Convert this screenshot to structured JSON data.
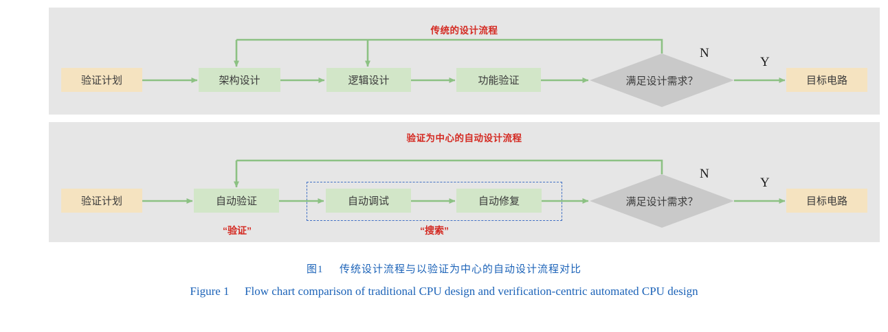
{
  "figure": {
    "caption_cn_label": "图1",
    "caption_cn_text": "传统设计流程与以验证为中心的自动设计流程对比",
    "caption_en_label": "Figure 1",
    "caption_en_text": "Flow chart comparison of traditional CPU design and verification-centric automated CPU design"
  },
  "colors": {
    "panel_bg": "#e6e6e6",
    "start_node": "#f5e3c0",
    "process_node": "#d2e6c8",
    "decision_node": "#c9c9c9",
    "edge": "#8cc183",
    "title_red": "#d42a22",
    "dashed_blue": "#3f6fc4",
    "caption_blue": "#1c63b8"
  },
  "panels": [
    {
      "id": "traditional-flow",
      "title": "传统的设计流程",
      "nodes": [
        {
          "name": "verification-plan",
          "label": "验证计划",
          "shape": "rect",
          "kind": "start"
        },
        {
          "name": "architecture-design",
          "label": "架构设计",
          "shape": "rect",
          "kind": "process"
        },
        {
          "name": "logic-design",
          "label": "逻辑设计",
          "shape": "rect",
          "kind": "process"
        },
        {
          "name": "function-verification",
          "label": "功能验证",
          "shape": "rect",
          "kind": "process"
        },
        {
          "name": "meets-requirements",
          "label": "满足设计需求？",
          "shape": "diamond",
          "kind": "decision"
        },
        {
          "name": "target-circuit",
          "label": "目标电路",
          "shape": "rect",
          "kind": "start"
        }
      ],
      "branch_labels": [
        {
          "name": "branch-n",
          "label": "N"
        },
        {
          "name": "branch-y",
          "label": "Y"
        }
      ]
    },
    {
      "id": "verification-centric-flow",
      "title": "验证为中心的自动设计流程",
      "nodes": [
        {
          "name": "verification-plan",
          "label": "验证计划",
          "shape": "rect",
          "kind": "start"
        },
        {
          "name": "auto-verification",
          "label": "自动验证",
          "shape": "rect",
          "kind": "process"
        },
        {
          "name": "auto-debug",
          "label": "自动调试",
          "shape": "rect",
          "kind": "process"
        },
        {
          "name": "auto-repair",
          "label": "自动修复",
          "shape": "rect",
          "kind": "process"
        },
        {
          "name": "meets-requirements",
          "label": "满足设计需求？",
          "shape": "diamond",
          "kind": "decision"
        },
        {
          "name": "target-circuit",
          "label": "目标电路",
          "shape": "rect",
          "kind": "start"
        }
      ],
      "branch_labels": [
        {
          "name": "branch-n",
          "label": "N"
        },
        {
          "name": "branch-y",
          "label": "Y"
        }
      ],
      "annotations": [
        {
          "name": "annotation-verification",
          "label": "“验证”"
        },
        {
          "name": "annotation-search",
          "label": "“搜索”"
        }
      ]
    }
  ]
}
